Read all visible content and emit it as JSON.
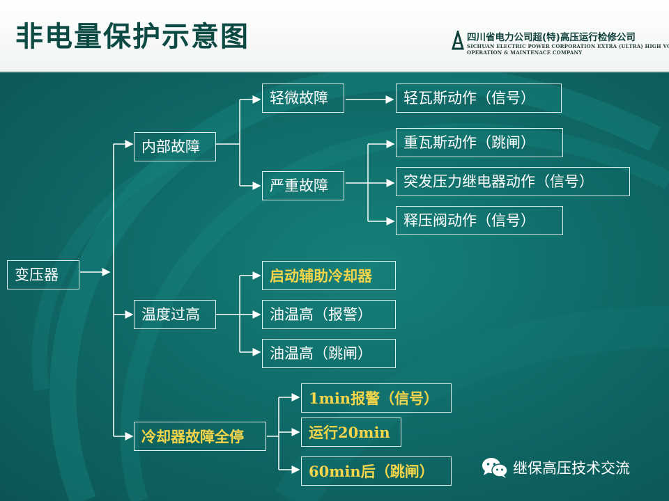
{
  "title": "非电量保护示意图",
  "logo": {
    "company_cn": "四川省电力公司超(特)高压运行检修公司",
    "company_en_line1": "SICHUAN ELECTRIC POWER CORPORATION EXTRA (ULTRA) HIGH VOLTAGE",
    "company_en_line2": "OPERATION & MAINTENACE COMPANY"
  },
  "nodes": {
    "transformer": "变压器",
    "internal_fault": "内部故障",
    "minor_fault": "轻微故障",
    "light_gas": "轻瓦斯动作（信号）",
    "severe_fault": "严重故障",
    "heavy_gas": "重瓦斯动作（跳闸）",
    "sudden_pressure": "突发压力继电器动作（信号）",
    "relief_valve": "释压阀动作（信号）",
    "over_temp": "温度过高",
    "start_aux_cooler": "启动辅助冷却器",
    "oil_temp_alarm": "油温高（报警）",
    "oil_temp_trip": "油温高（跳闸）",
    "cooler_full_stop": "冷却器故障全停",
    "alarm_1min": "1min报警（信号）",
    "run_20min": "运行20min",
    "trip_60min": "60min后（跳闸）"
  },
  "watermark": {
    "icon": "wechat-icon",
    "text": "继保高压技术交流"
  },
  "colors": {
    "background": "#0f6764",
    "title": "#0d4a44",
    "box_border": "#dfeeee",
    "highlight_text": "#f5d54a"
  }
}
